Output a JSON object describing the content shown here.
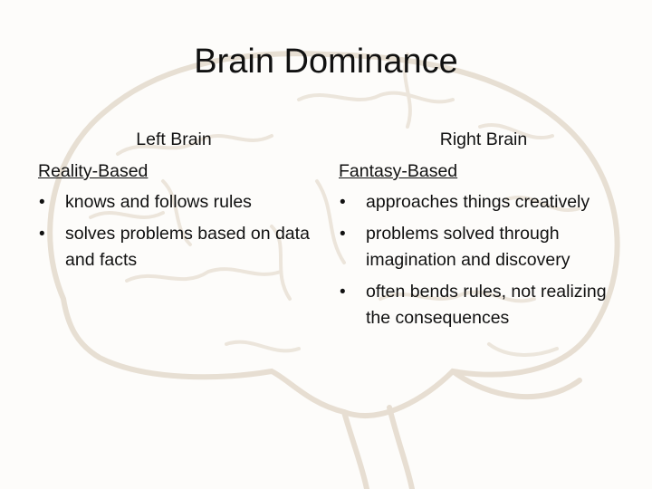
{
  "slide": {
    "title": "Brain Dominance",
    "left": {
      "heading": "Left Brain",
      "subheading": "Reality-Based",
      "bullets": [
        "knows and follows rules",
        "solves problems based on data and facts"
      ]
    },
    "right": {
      "heading": "Right Brain",
      "subheading": "Fantasy-Based",
      "bullets": [
        "approaches things creatively",
        "problems solved through imagination and discovery",
        "often bends rules, not realizing the consequences"
      ]
    }
  },
  "colors": {
    "background": "#fdfcfa",
    "brain_outline": "#cdbca7",
    "text": "#111111"
  }
}
